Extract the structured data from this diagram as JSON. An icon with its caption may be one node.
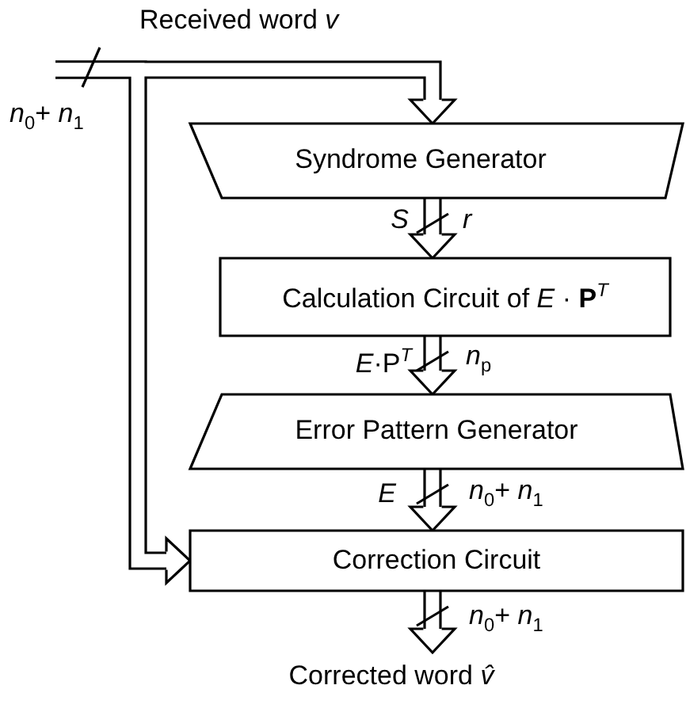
{
  "diagram": {
    "nodes": [
      {
        "text": [
          "Syndrome Generator"
        ]
      },
      {
        "text": [
          "Calculation Circuit of *E* · **P**$^{T}$"
        ]
      },
      {
        "text": [
          "Error Pattern Generator"
        ]
      },
      {
        "text": [
          "Correction  Circuit"
        ]
      },
      {
        "text": [
          "Corrected word *v̂*"
        ]
      }
    ],
    "edges": [
      {
        "from": null,
        "to": 0,
        "arrow": "to"
      },
      {
        "from": null,
        "to": 3,
        "arrow": "to"
      },
      {
        "from": 0,
        "to": 1,
        "arrow": "to",
        "label": "*S*"
      },
      {
        "from": 1,
        "to": 2,
        "arrow": "to",
        "label": "*E*·P$^{T}$"
      },
      {
        "from": 2,
        "to": 3,
        "arrow": "to",
        "label": "*E*"
      },
      {
        "from": 3,
        "to": 4,
        "arrow": "to"
      }
    ],
    "labels": [
      "Received word  *v*",
      "*n*$_{0}$+ *n*$_{1}$",
      "*r*",
      "*n*$_{p}$",
      "*n*$_{0}$+ *n*$_{1}$",
      "*n*$_{0}$+ *n*$_{1}$"
    ]
  }
}
